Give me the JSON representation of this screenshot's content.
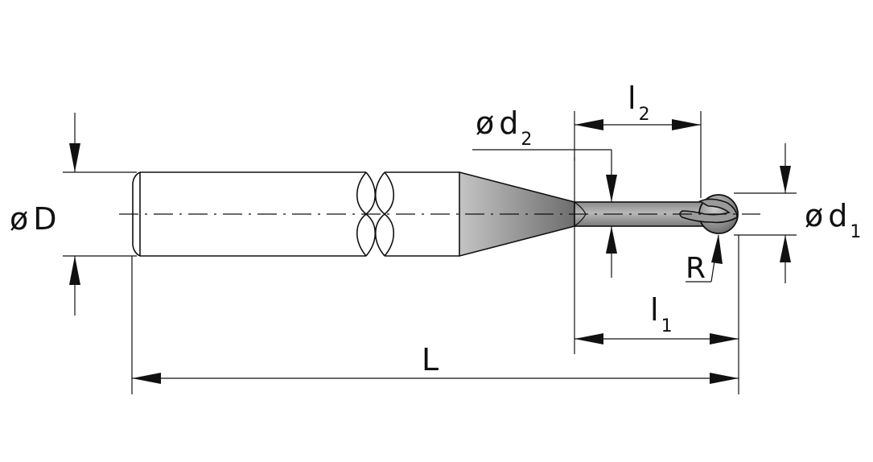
{
  "labels": {
    "shank_diameter": {
      "prefix": "ø",
      "symbol": "D",
      "sub": ""
    },
    "neck_diameter": {
      "prefix": "ø",
      "symbol": "d",
      "sub": "2"
    },
    "ball_diameter": {
      "prefix": "ø",
      "symbol": "d",
      "sub": "1"
    },
    "neck_length": {
      "symbol": "l",
      "sub": "2"
    },
    "cutting_length": {
      "symbol": "l",
      "sub": "1"
    },
    "radius": {
      "symbol": "R"
    },
    "overall_length": {
      "symbol": "L"
    }
  },
  "colors": {
    "line": "#111111",
    "tool_dark": "#6f6f6f",
    "tool_light": "#b9b9b9"
  }
}
